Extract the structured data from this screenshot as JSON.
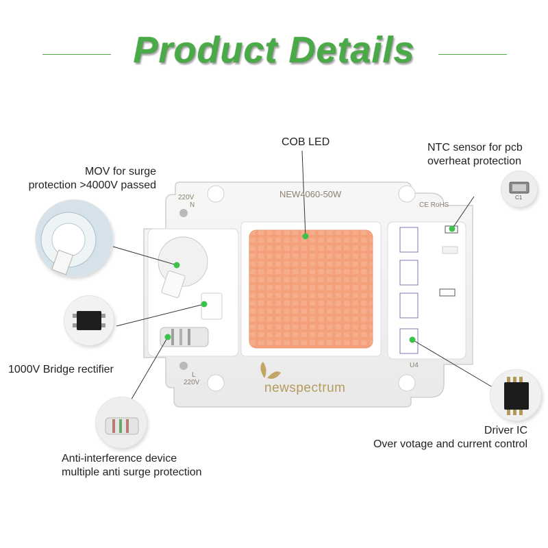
{
  "title": "Product Details",
  "labels": {
    "cob_led": "COB LED",
    "ntc": [
      "NTC sensor for pcb",
      "overheat protection"
    ],
    "mov": [
      "MOV for surge",
      "protection >4000V passed"
    ],
    "bridge": "1000V Bridge rectifier",
    "anti": [
      "Anti-interference device",
      "multiple anti surge protection"
    ],
    "driver": [
      "Driver IC",
      "Over votage and current control"
    ]
  },
  "board": {
    "model": "NEW4060-50W",
    "cert": "CE RoHS",
    "top_voltage": "220V",
    "top_pin": "N",
    "bottom_pin": "L",
    "bottom_voltage": "220V",
    "ic_ref": "U4",
    "brand": "newspectrum",
    "ntc_ref": "C1"
  },
  "colors": {
    "accent_green": "#4aaa48",
    "dot_green": "#3cc24b",
    "led_orange": "#f4a27e"
  }
}
